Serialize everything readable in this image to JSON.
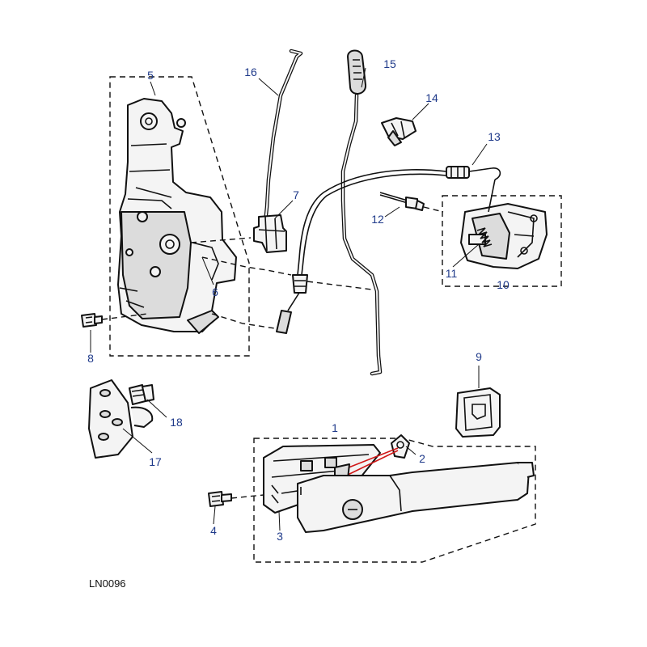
{
  "figure": {
    "reference_code": "LN0096",
    "callouts": {
      "c1": "1",
      "c2": "2",
      "c3": "3",
      "c4": "4",
      "c5": "5",
      "c6": "6",
      "c7": "7",
      "c8": "8",
      "c9": "9",
      "c10": "10",
      "c11": "11",
      "c12": "12",
      "c13": "13",
      "c14": "14",
      "c15": "15",
      "c16": "16",
      "c17": "17",
      "c18": "18"
    },
    "colors": {
      "callout_text": "#1f3a8a",
      "line": "#111111",
      "highlight": "#d01818",
      "background": "#ffffff"
    }
  }
}
